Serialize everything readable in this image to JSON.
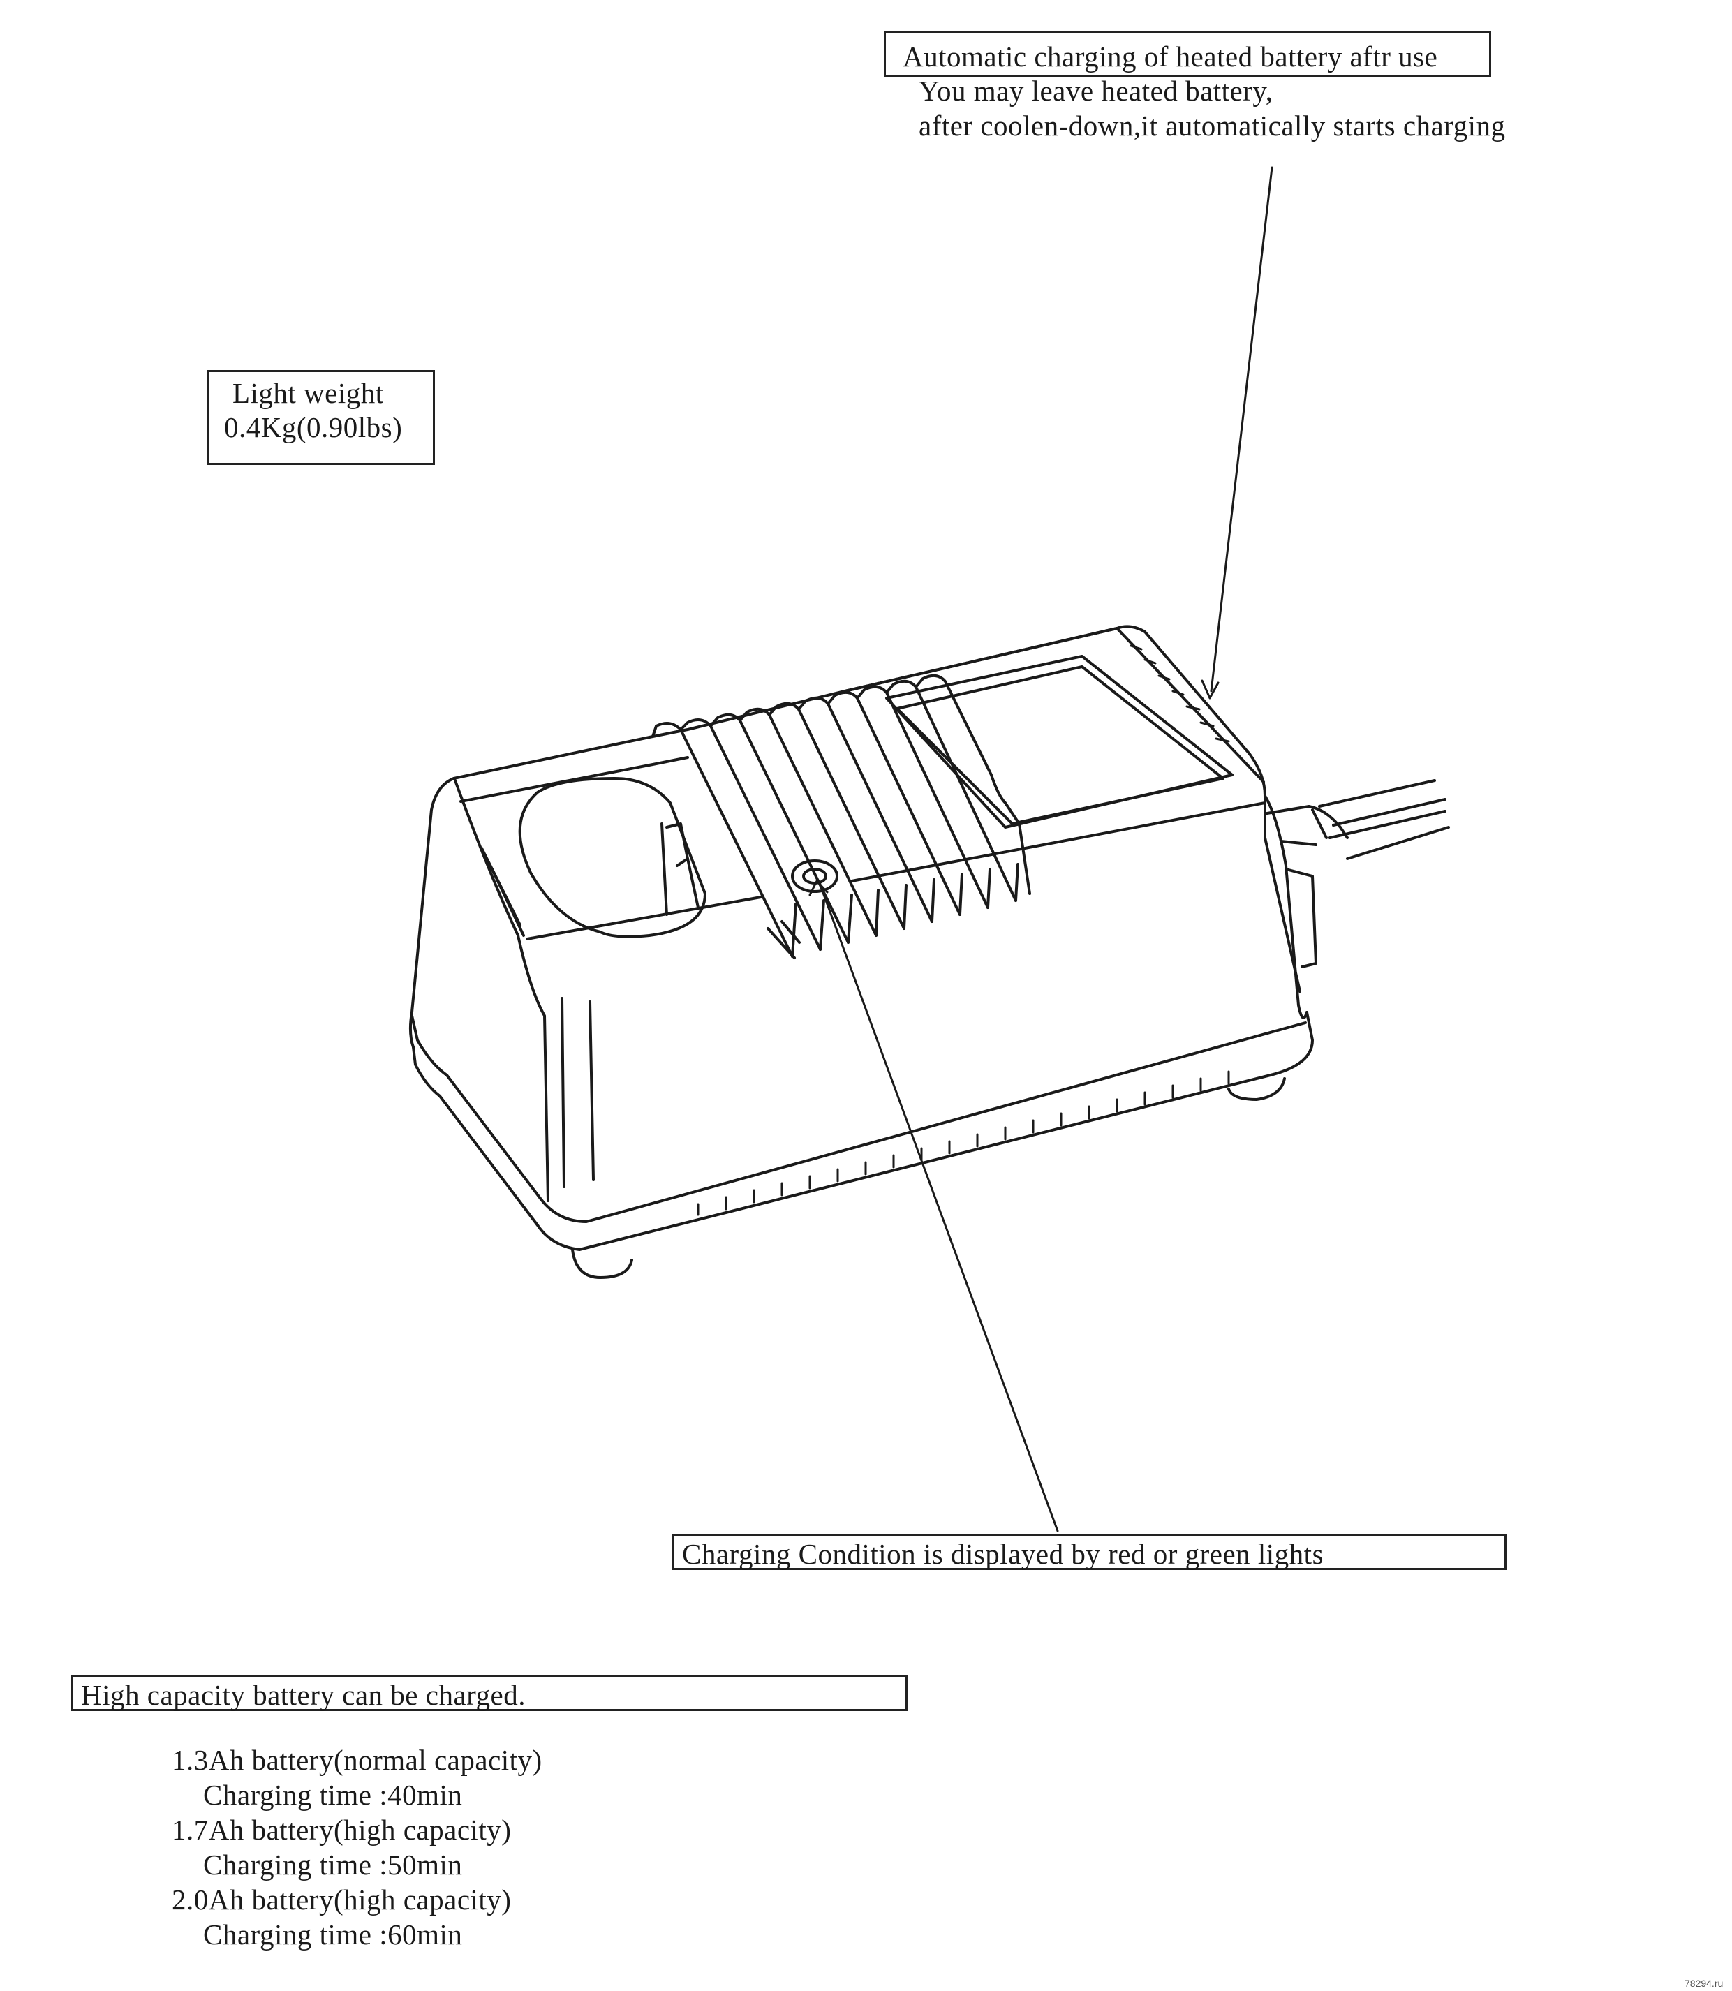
{
  "callouts": {
    "auto_charging": {
      "title": "Automatic charging of heated battery aftr use",
      "line1": "You may leave heated battery,",
      "line2": "after coolen-down,it automatically starts charging"
    },
    "weight": {
      "line1": "Light weight",
      "line2": "0.4Kg(0.90lbs)"
    },
    "charging_condition": "Charging Condition is displayed by red or green lights",
    "capacity": "High capacity battery can be charged."
  },
  "battery_list": [
    {
      "battery": "1.3Ah battery(normal capacity)",
      "time": "Charging time :40min"
    },
    {
      "battery": "1.7Ah battery(high capacity)",
      "time": "Charging time :50min"
    },
    {
      "battery": "2.0Ah battery(high capacity)",
      "time": "Charging time :60min"
    }
  ],
  "watermark": "78294.ru"
}
